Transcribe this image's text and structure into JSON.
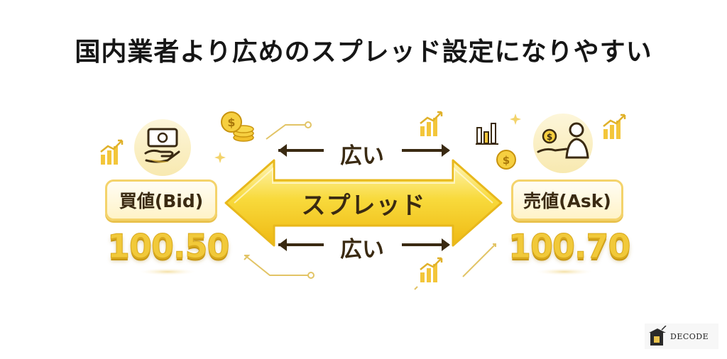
{
  "title": "国内業者より広めのスプレッド設定になりやすい",
  "bid": {
    "label": "買値(Bid)",
    "price": "100.50"
  },
  "ask": {
    "label": "売値(Ask)",
    "price": "100.70"
  },
  "spread": {
    "label": "スプレッド",
    "wide_top": "広い",
    "wide_bottom": "広い"
  },
  "logo": {
    "text": "DECODE"
  },
  "colors": {
    "gold": "#f1c93a",
    "gold_dark": "#d9a91c",
    "cream": "#fbf3d2",
    "text": "#3a2a12"
  },
  "icons": [
    "money-hand-icon",
    "coin-stack-icon",
    "bar-chart-up-icon",
    "person-coin-hand-icon",
    "coin-icon",
    "sparkle-icon",
    "arrow-left-icon",
    "arrow-right-icon"
  ]
}
